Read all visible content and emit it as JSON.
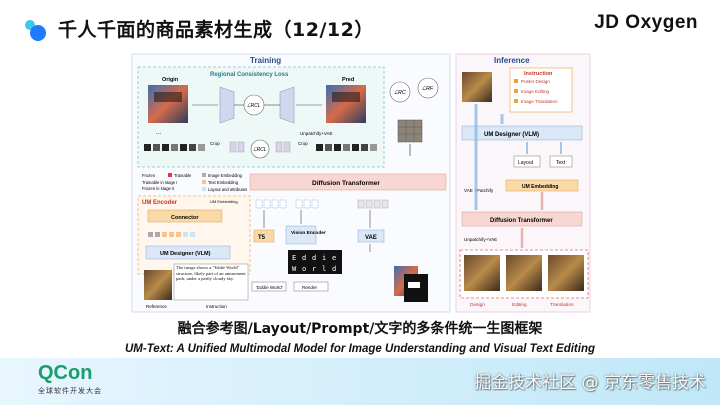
{
  "header": {
    "title": "千人千面的商品素材生成（12/12）",
    "brand": "JD Oxygen"
  },
  "diagram": {
    "training_title": "Training",
    "inference_title": "Inference",
    "rcl_title": "Regional Consistency Loss",
    "origin_label": "Origin",
    "pred_label": "Pred",
    "unpatchify_label": "Unpatchify+VAE",
    "crop_label": "Crop",
    "dit_label": "Diffusion Transformer",
    "um_encoder_label": "UM Encoder",
    "connector_label": "Connector",
    "um_designer_label": "UM Designer (VLM)",
    "t5_label": "T5",
    "vision_encoder_label": "Vision Encoder",
    "vae_label": "VAE",
    "render_label": "Render",
    "um_embedding_label": "UM Embedding",
    "eddie_letters": [
      "E",
      "d",
      "d",
      "i",
      "e",
      "W",
      "o",
      "r",
      "l",
      "d"
    ],
    "reference_label": "Reference",
    "instruction_label": "Instruction",
    "instruction_text": "The image shows a \"Eddie World\" structure, likely part of an amusement park, under a partly cloudy sky.",
    "eddie_world_tag": "'Eddie World'",
    "legend": {
      "frozen": "Frozen",
      "trainable": "Trainable",
      "trainable_stage1": "Trainable in stage I",
      "frozen_stage2": "Frozen in stage II",
      "image_embedding": "Image Embedding",
      "text_embedding": "Text Embedding",
      "layout_attributes": "Layout and attributes"
    },
    "inference": {
      "instruction_box_title": "Instruction",
      "poster_design": "Poster Design",
      "image_editing": "Image Editing",
      "image_translation": "Image Translation",
      "um_designer": "UM Designer (VLM)",
      "layout": "Layout",
      "text": "Text",
      "um_embedding": "UM Embedding",
      "vae_patchify": "VAE\n+Patchify",
      "dit": "Diffusion Transformer",
      "unpatchify": "Unpatchify+VAE",
      "design": "Design",
      "editing": "Editing",
      "translation": "Translation"
    }
  },
  "captions": {
    "chinese": "融合参考图/Layout/Prompt/文字的多条件统一生图框架",
    "english": "UM-Text: A Unified Multimodal Model for Image Understanding and Visual Text Editing"
  },
  "footer": {
    "qcon": "QCon",
    "qcon_sub": "全球软件开发大会",
    "watermark": "掘金技术社区 @ 京东零售技术"
  },
  "colors": {
    "accent_blue": "#1f7bff",
    "accent_cyan": "#3fc7e8",
    "qcon_green": "#1a9e6e",
    "footer_gradient_start": "#e8f6ff",
    "footer_gradient_end": "#bfe7f7"
  }
}
